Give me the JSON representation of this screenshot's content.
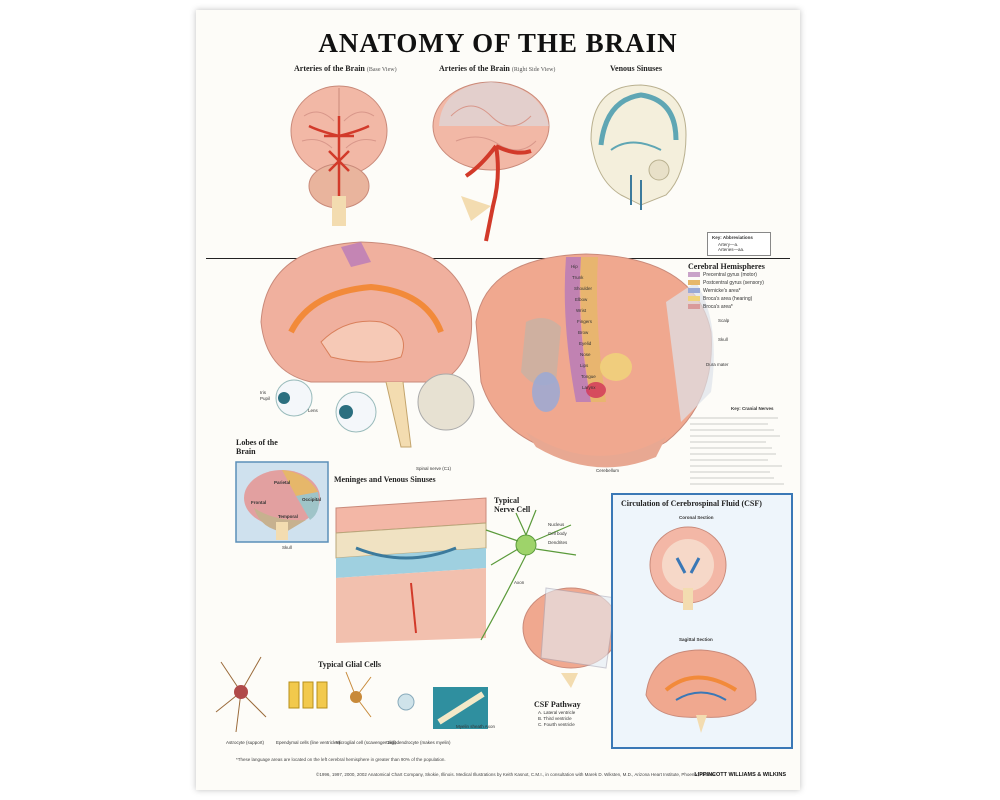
{
  "poster": {
    "title": "ANATOMY OF THE BRAIN",
    "sections": {
      "arteries_base": "Arteries of the Brain",
      "arteries_base_view": "(Base View)",
      "arteries_side": "Arteries of the Brain",
      "arteries_side_view": "(Right Side View)",
      "venous_sinuses": "Venous Sinuses",
      "cerebral_hemispheres": "Cerebral Hemispheres",
      "lobes": "Lobes of the Brain",
      "meninges": "Meninges and Venous Sinuses",
      "nerve_cell": "Typical Nerve Cell",
      "glial_cells": "Typical Glial Cells",
      "csf_circulation": "Circulation of Cerebrospinal Fluid (CSF)",
      "coronal_section": "Coronal Section",
      "sagittal_section": "Sagittal Section",
      "csf_pathway": "CSF Pathway"
    },
    "csf_pathway_items": [
      "A. Lateral ventricle",
      "B. Third ventricle",
      "C. Fourth ventricle"
    ],
    "lobes": {
      "parietal": "Parietal",
      "frontal": "Frontal",
      "occipital": "Occipital",
      "temporal": "Temporal"
    },
    "labels": {
      "skull": "Skull",
      "scalp": "Scalp",
      "dura_mater": "Dura mater",
      "cerebellum": "Cerebellum",
      "iris": "Iris",
      "pupil": "Pupil",
      "lens": "Lens",
      "spinal_nerve": "Spinal nerve (C1)",
      "axon": "Axon",
      "nucleus": "Nucleus",
      "cell_body": "Cell body",
      "dendrites": "Dendrites"
    },
    "key_abbrev_title": "Key: Abbreviations",
    "key_abbrev_lines": [
      "Artery—a.",
      "Arteries—aa."
    ],
    "key_cranial_title": "Key: Cranial Nerves",
    "hemisphere_legend": [
      {
        "label": "Precentral gyrus (motor)",
        "color": "#c9a3c9"
      },
      {
        "label": "Postcentral gyrus (sensory)",
        "color": "#e6b76a"
      },
      {
        "label": "Wernicke's area*",
        "color": "#9aa9d6"
      },
      {
        "label": "Broca's area (hearing)",
        "color": "#f0d37a"
      },
      {
        "label": "Broca's area*",
        "color": "#d99a9a"
      }
    ],
    "gyrus_labels": [
      "Hip",
      "Trunk",
      "Shoulder",
      "Elbow",
      "Wrist",
      "Fingers",
      "Brow",
      "Eyelid",
      "Nose",
      "Lips",
      "Tongue",
      "Larynx"
    ],
    "glial_captions": [
      "Astrocyte (support)",
      "Ependymal cells (line ventricles)",
      "Microglial cell (scavenger cell)",
      "Oligodendrocyte (makes myelin)",
      "Myelin sheath Axon"
    ],
    "footnote": "*These language areas are located on the left cerebral hemisphere in greater than 90% of the population.",
    "copyright": "©1996, 1997, 2000, 2002 Anatomical Chart Company, Skokie, Illinois. Medical Illustrations by Keith Kasnot, C.M.I., in consultation with Marek D. Wiksten, M.D., Arizona Heart Institute, Phoenix, Arizona",
    "publisher": "LIPPINCOTT WILLIAMS & WILKINS"
  }
}
